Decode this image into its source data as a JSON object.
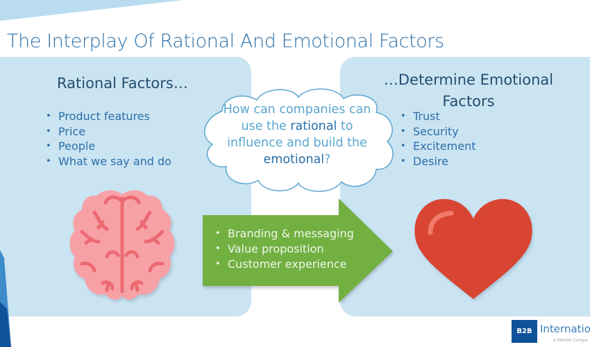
{
  "slide": {
    "title": "The Interplay Of Rational And Emotional Factors"
  },
  "left_panel": {
    "heading": "Rational Factors…",
    "items": [
      "Product features",
      "Price",
      "People",
      "What we say and do"
    ],
    "icon": "brain-icon"
  },
  "cloud": {
    "line1": "How can companies can",
    "line2_pre": "use the ",
    "line2_bold": "rational",
    "line2_post": " to",
    "line3": "influence and build the",
    "line4_bold": "emotional",
    "line4_post": "?"
  },
  "arrow": {
    "items": [
      "Branding & messaging",
      "Value proposition",
      "Customer experience"
    ]
  },
  "right_panel": {
    "heading_line1": "…Determine Emotional",
    "heading_line2": "Factors",
    "items": [
      "Trust",
      "Security",
      "Excitement",
      "Desire"
    ],
    "icon": "heart-icon"
  },
  "logo": {
    "mark": "B2B",
    "name": "Internationa",
    "tagline": "A Merkle Compa"
  },
  "colors": {
    "panel_bg": "#cbe4f2",
    "title": "#2b6fa8",
    "heading": "#234e6f",
    "arrow_green": "#72b043",
    "brain_pink": "#f7a1a6",
    "brain_lines": "#ec6a73",
    "heart_red": "#d84432",
    "logo_blue": "#10529a"
  }
}
